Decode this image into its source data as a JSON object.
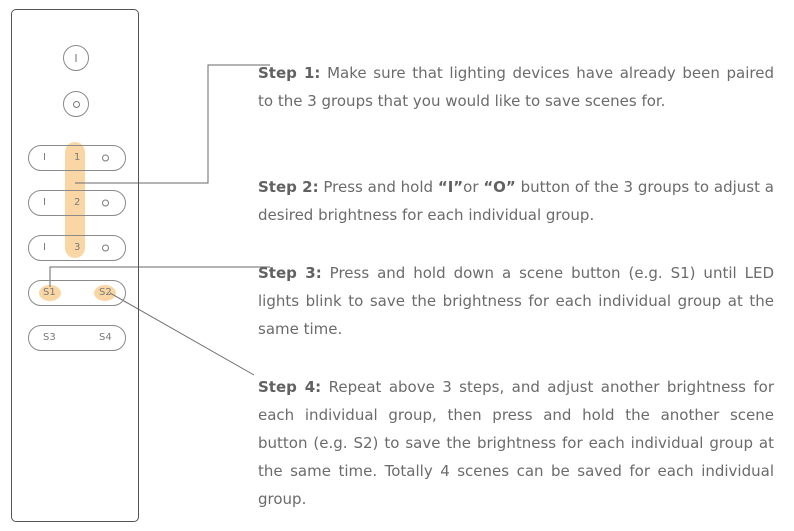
{
  "remote": {
    "power_on_label": "I",
    "power_off_icon": "circle-icon",
    "groups": [
      {
        "on_label": "I",
        "number": "1",
        "off_icon": "circle-icon"
      },
      {
        "on_label": "I",
        "number": "2",
        "off_icon": "circle-icon"
      },
      {
        "on_label": "I",
        "number": "3",
        "off_icon": "circle-icon"
      }
    ],
    "scene_rows": [
      {
        "left": "S1",
        "right": "S2"
      },
      {
        "left": "S3",
        "right": "S4"
      }
    ]
  },
  "steps": [
    {
      "label": "Step 1:",
      "text": "Make sure that lighting devices have already been paired to the 3 groups that you would like to save scenes for."
    },
    {
      "label": "Step 2:",
      "text_before": "Press and hold",
      "key_i": "“I”",
      "connector": "or",
      "key_o": "“O”",
      "text_after": "button of the 3 groups to adjust a desired brightness for each individual group."
    },
    {
      "label": "Step 3:",
      "text": "Press and hold down a scene button (e.g. S1) until LED lights blink to save the brightness for each individual group at the same time."
    },
    {
      "label": "Step 4:",
      "text": "Repeat above 3 steps, and adjust another brightness for each individual group, then press and hold the another scene button (e.g. S2) to save the brightness for each individual group at the same time. Totally 4 scenes can be saved for each individual group."
    }
  ],
  "colors": {
    "highlight": "#f9d6a4",
    "outline": "#545454",
    "text": "#6b6b6b",
    "leader_line": "#6a6a6a"
  }
}
